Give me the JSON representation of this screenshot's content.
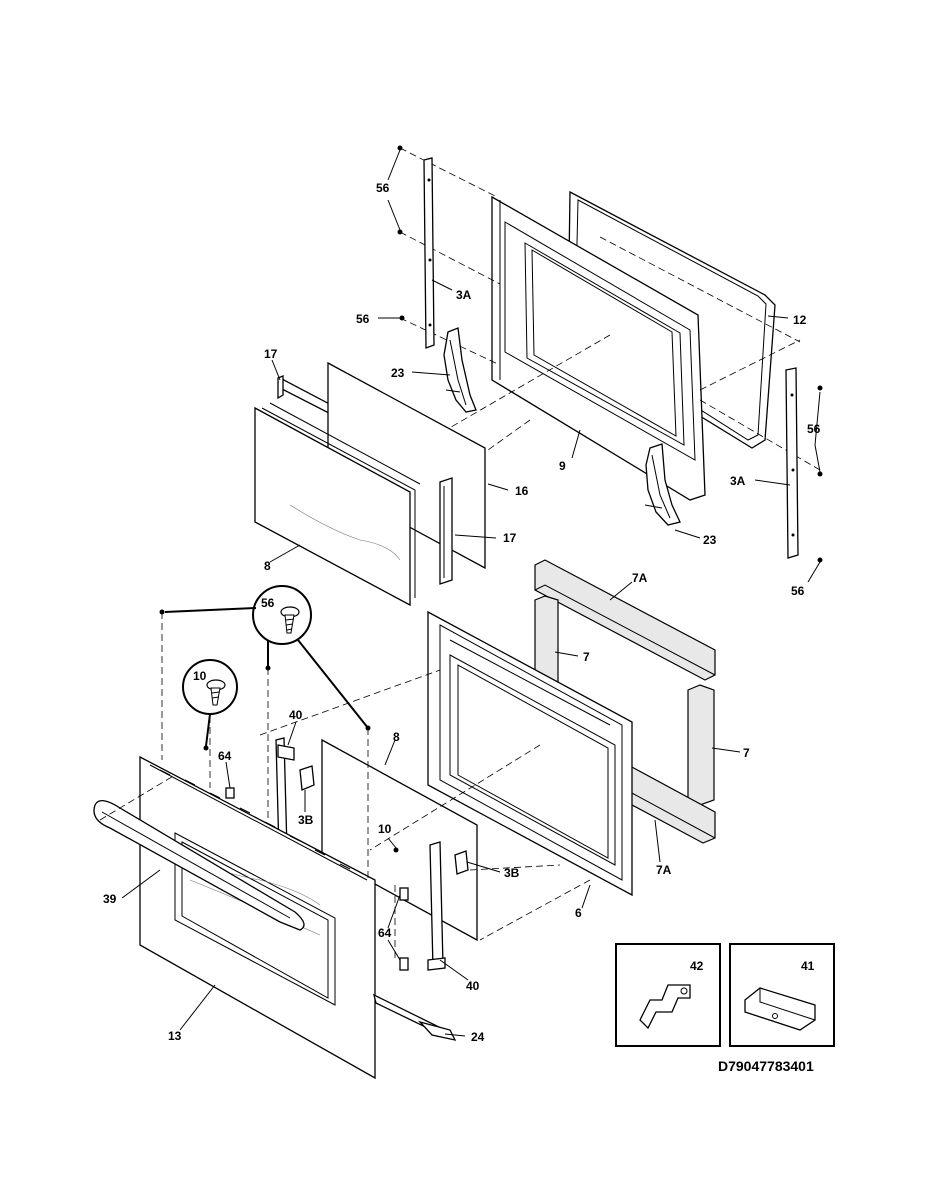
{
  "diagram_code": "D79047783401",
  "labels": {
    "p56_top": "56",
    "p3A_left": "3A",
    "p56_midleft": "56",
    "p12": "12",
    "p23_left": "23",
    "p17_top": "17",
    "p56_right": "56",
    "p9": "9",
    "p16": "16",
    "p3A_right": "3A",
    "p17_mid": "17",
    "p23_right": "23",
    "p8_glass": "8",
    "p56_bottomright": "56",
    "p7A_top": "7A",
    "p56_circle": "56",
    "p7_left": "7",
    "p10_circle": "10",
    "p40_top": "40",
    "p8_inner": "8",
    "p7_right": "7",
    "p64_top": "64",
    "p3B_left": "3B",
    "p10_mid": "10",
    "p3B_right": "3B",
    "p7A_bottom": "7A",
    "p39": "39",
    "p64_bottom": "64",
    "p6": "6",
    "p40_bottom": "40",
    "p42": "42",
    "p41": "41",
    "p13": "13",
    "p24": "24"
  }
}
